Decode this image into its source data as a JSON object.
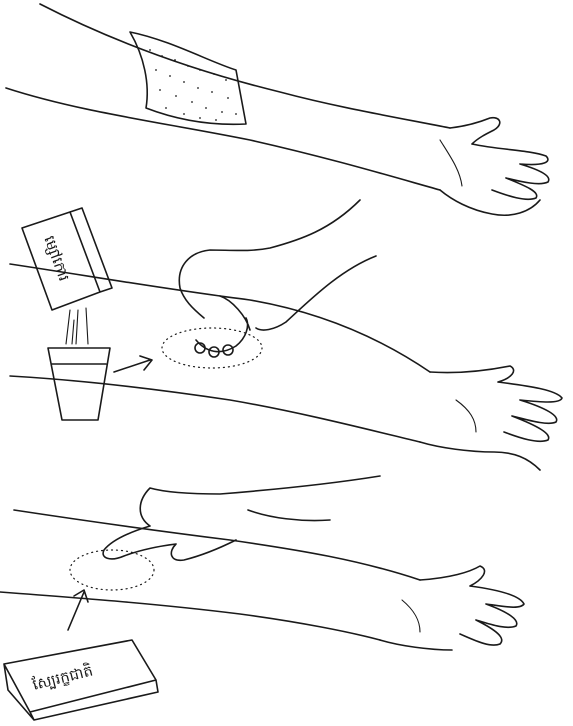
{
  "panels": [
    {
      "label": "panel-1-gauze-pad"
    },
    {
      "label": "panel-2-powder-and-water"
    },
    {
      "label": "panel-3-press-and-soap"
    }
  ],
  "labels": {
    "bottle": "ម្សៅកោរ",
    "soap": "ស្បែរក្ខជាតិ"
  },
  "colors": {
    "ink": "#1a1a1a",
    "paper": "#ffffff"
  }
}
